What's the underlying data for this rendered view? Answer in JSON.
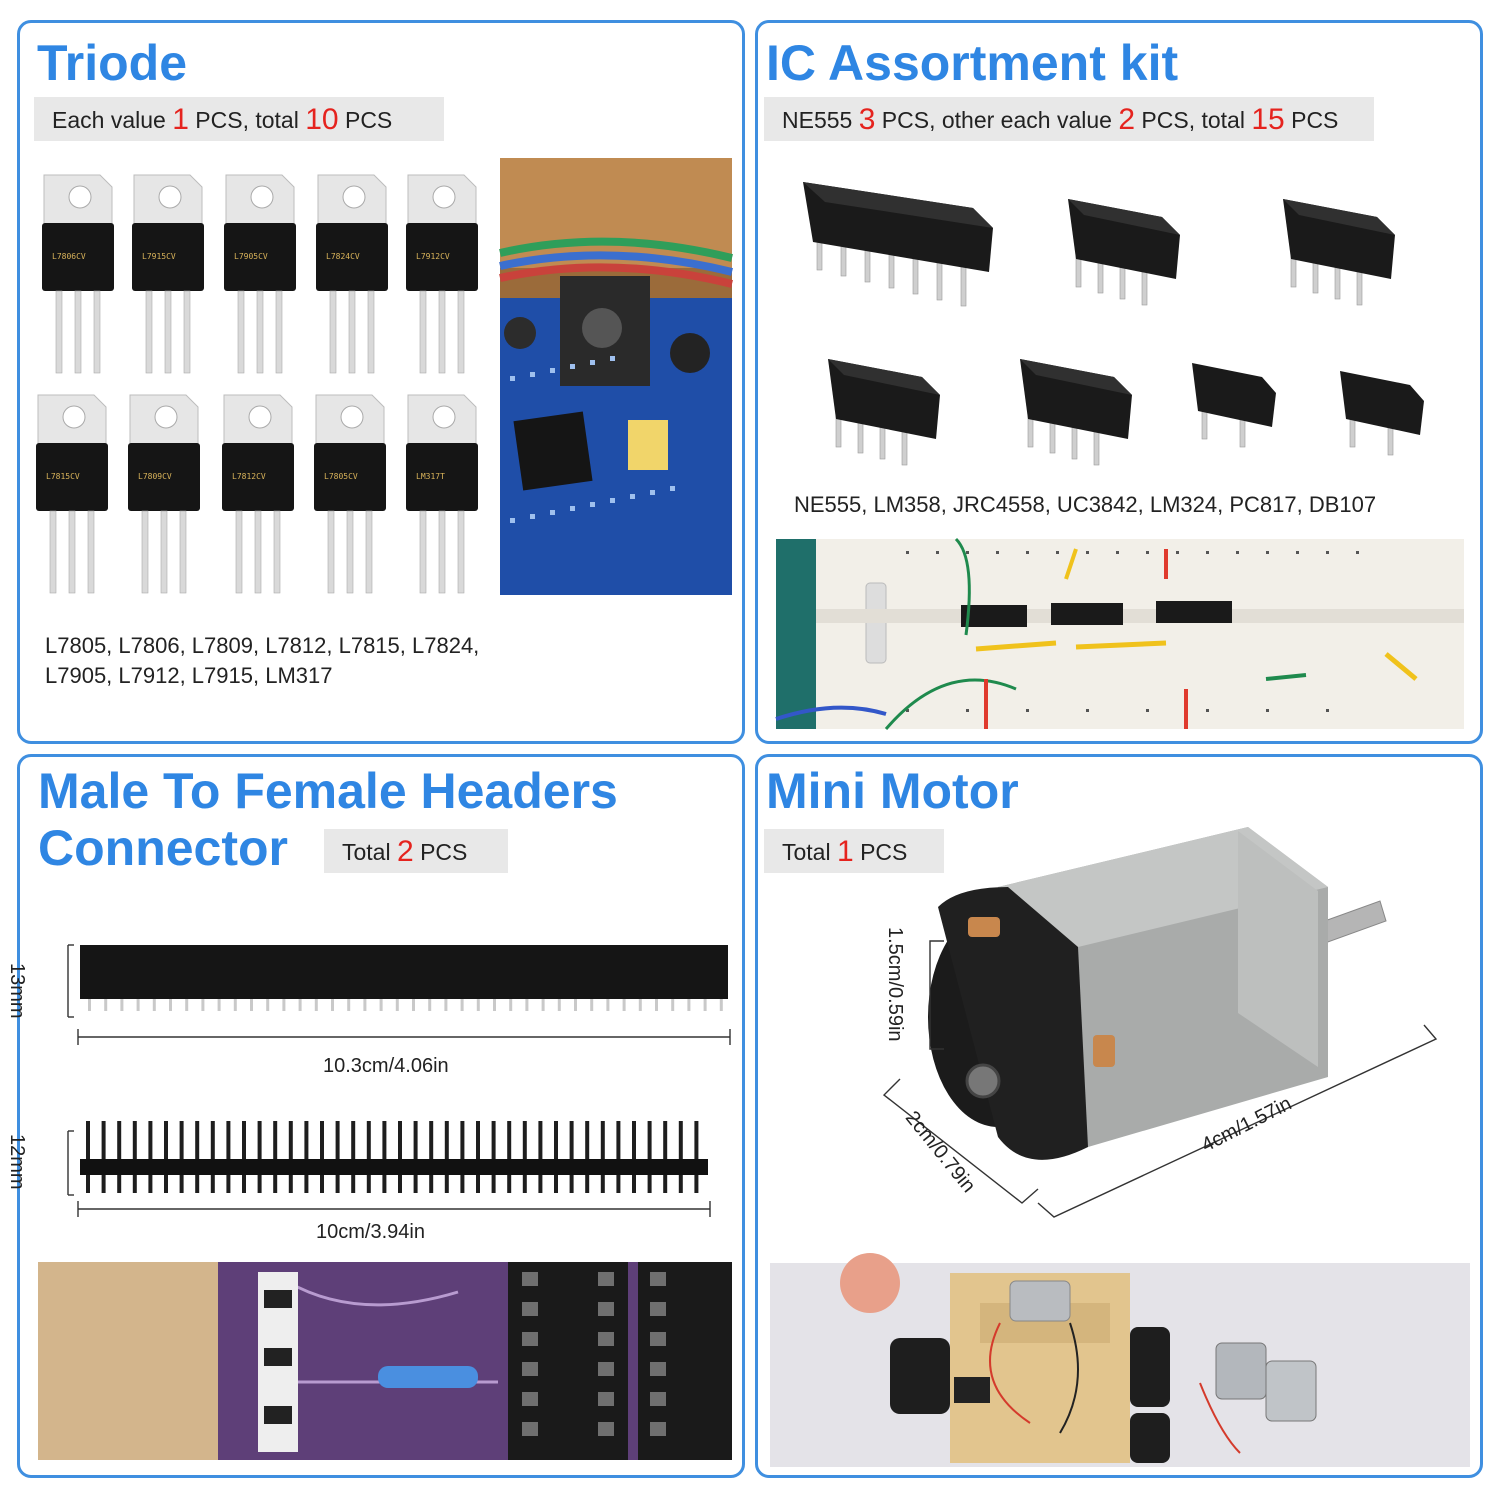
{
  "panels": {
    "triode": {
      "title": "Triode",
      "qty": {
        "pre": "Each value",
        "n1": "1",
        "mid": "PCS, total",
        "n2": "10",
        "post": "PCS"
      },
      "parts_line1": "L7805, L7806, L7809, L7812, L7815, L7824,",
      "parts_line2": "L7905, L7912, L7915, LM317",
      "chip_labels": [
        "L7806CV",
        "L7915CV",
        "L7905CV",
        "L7824CV",
        "L7912CV",
        "L7815CV",
        "L7809CV",
        "L7812CV",
        "L7805CV",
        "LM317T"
      ]
    },
    "ic": {
      "title": "IC Assortment kit",
      "qty": {
        "pre": "NE555",
        "n1": "3",
        "mid": "PCS, other each value",
        "n2": "2",
        "mid2": "PCS, total",
        "n3": "15",
        "post": "PCS"
      },
      "parts": "NE555, LM358, JRC4558, UC3842, LM324, PC817, DB107"
    },
    "headers": {
      "title_line1": "Male To Female Headers",
      "title_line2": "Connector",
      "qty": {
        "pre": "Total",
        "n1": "2",
        "post": "PCS"
      },
      "female_height": "13mm",
      "female_length": "10.3cm/4.06in",
      "male_height": "12mm",
      "male_length": "10cm/3.94in"
    },
    "motor": {
      "title": "Mini Motor",
      "qty": {
        "pre": "Total",
        "n1": "1",
        "post": "PCS"
      },
      "dim_height": "1.5cm/0.59in",
      "dim_width": "2cm/0.79in",
      "dim_length": "4cm/1.57in"
    }
  },
  "colors": {
    "accent": "#2f86e3",
    "border": "#3f8fe0",
    "highlight": "#e5231e",
    "tag_bg": "#e8e8e8"
  }
}
